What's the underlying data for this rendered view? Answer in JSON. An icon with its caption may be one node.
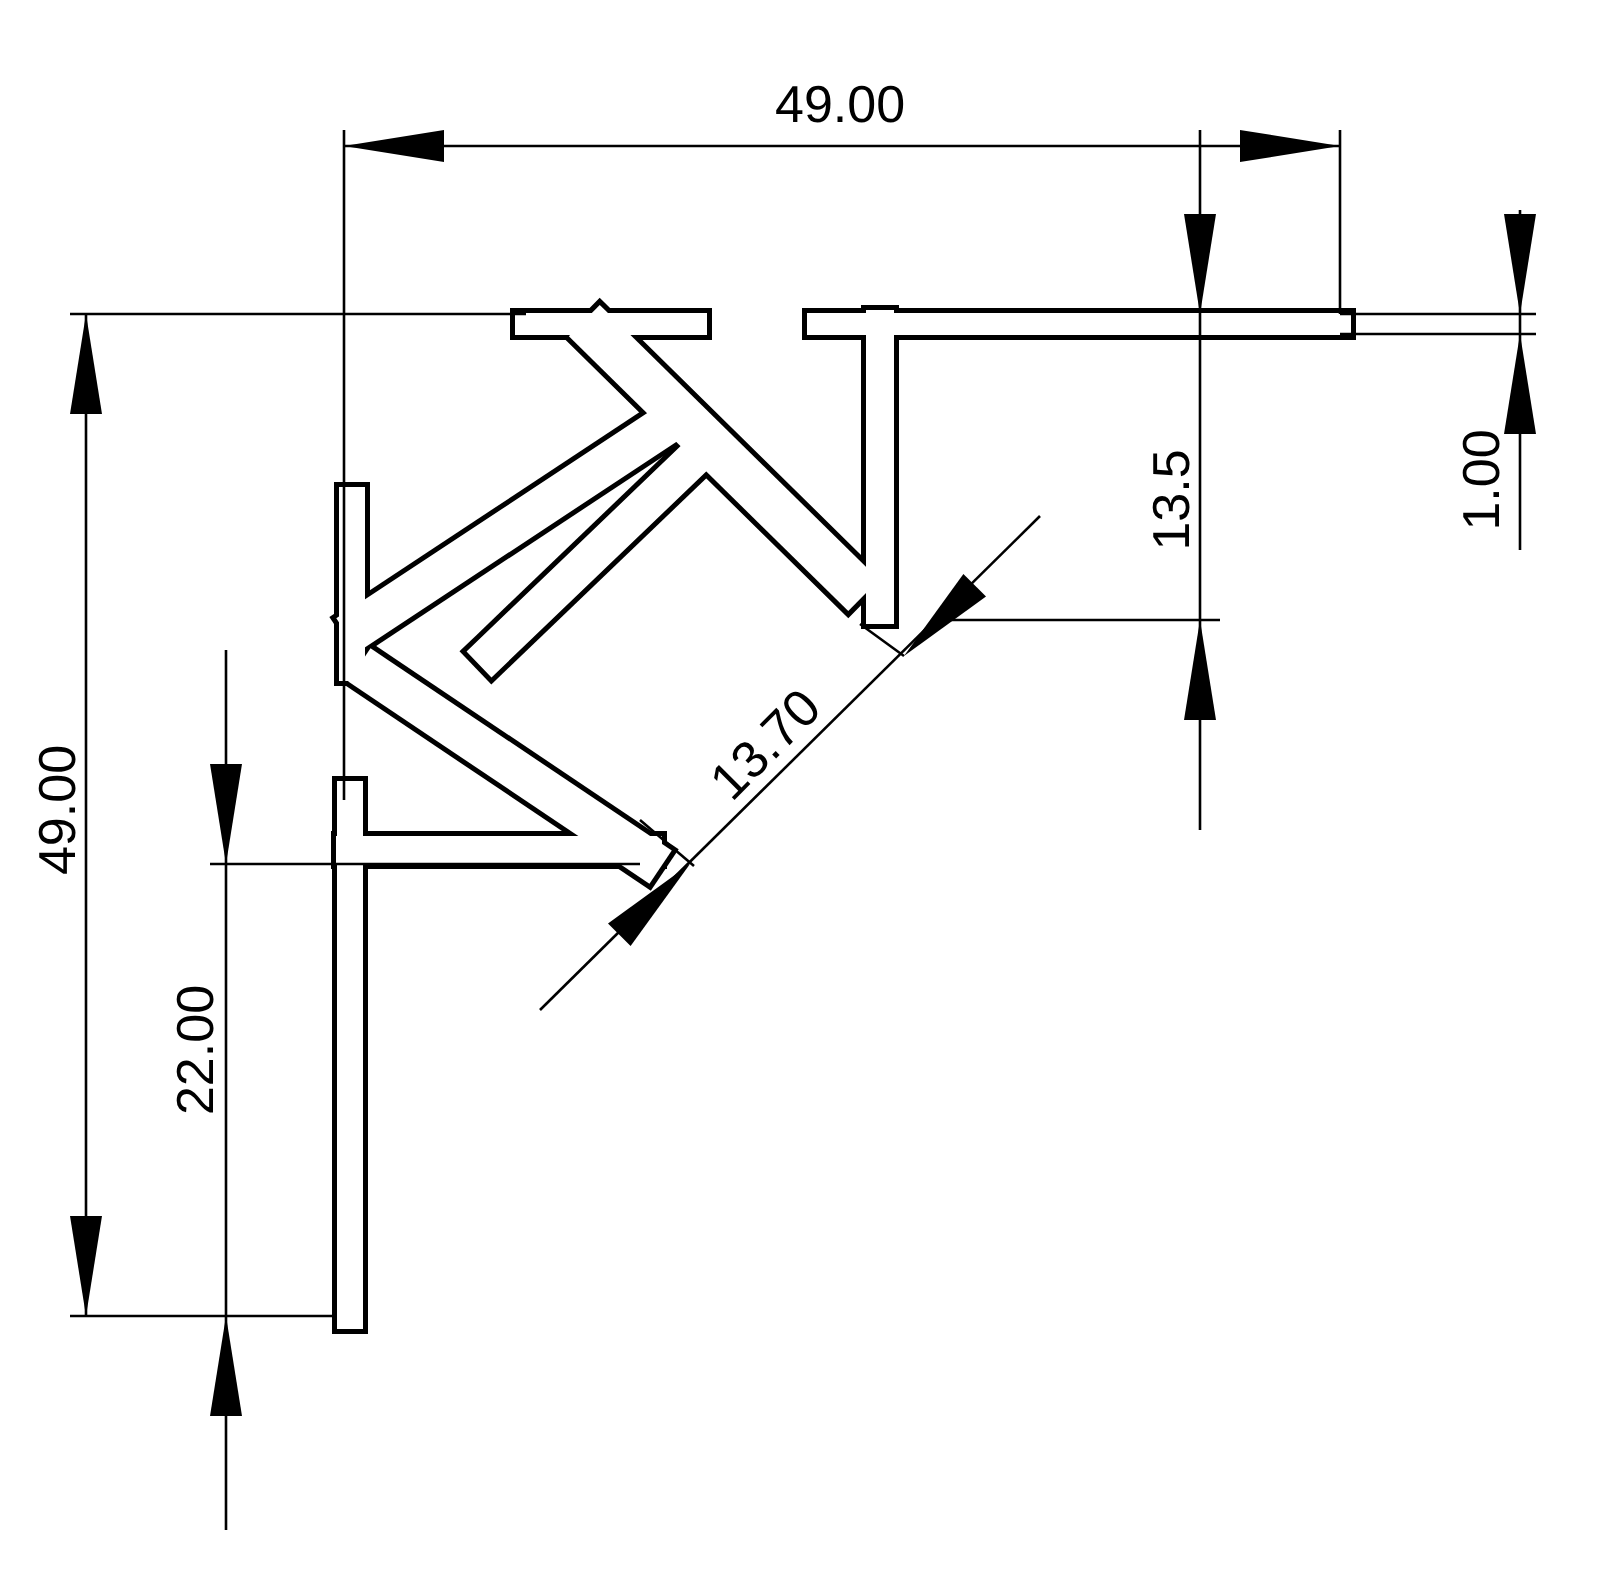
{
  "diagram": {
    "labels": [
      "49.00",
      "13.5",
      "1.00",
      "49.00",
      "13.70",
      "22.00"
    ]
  }
}
